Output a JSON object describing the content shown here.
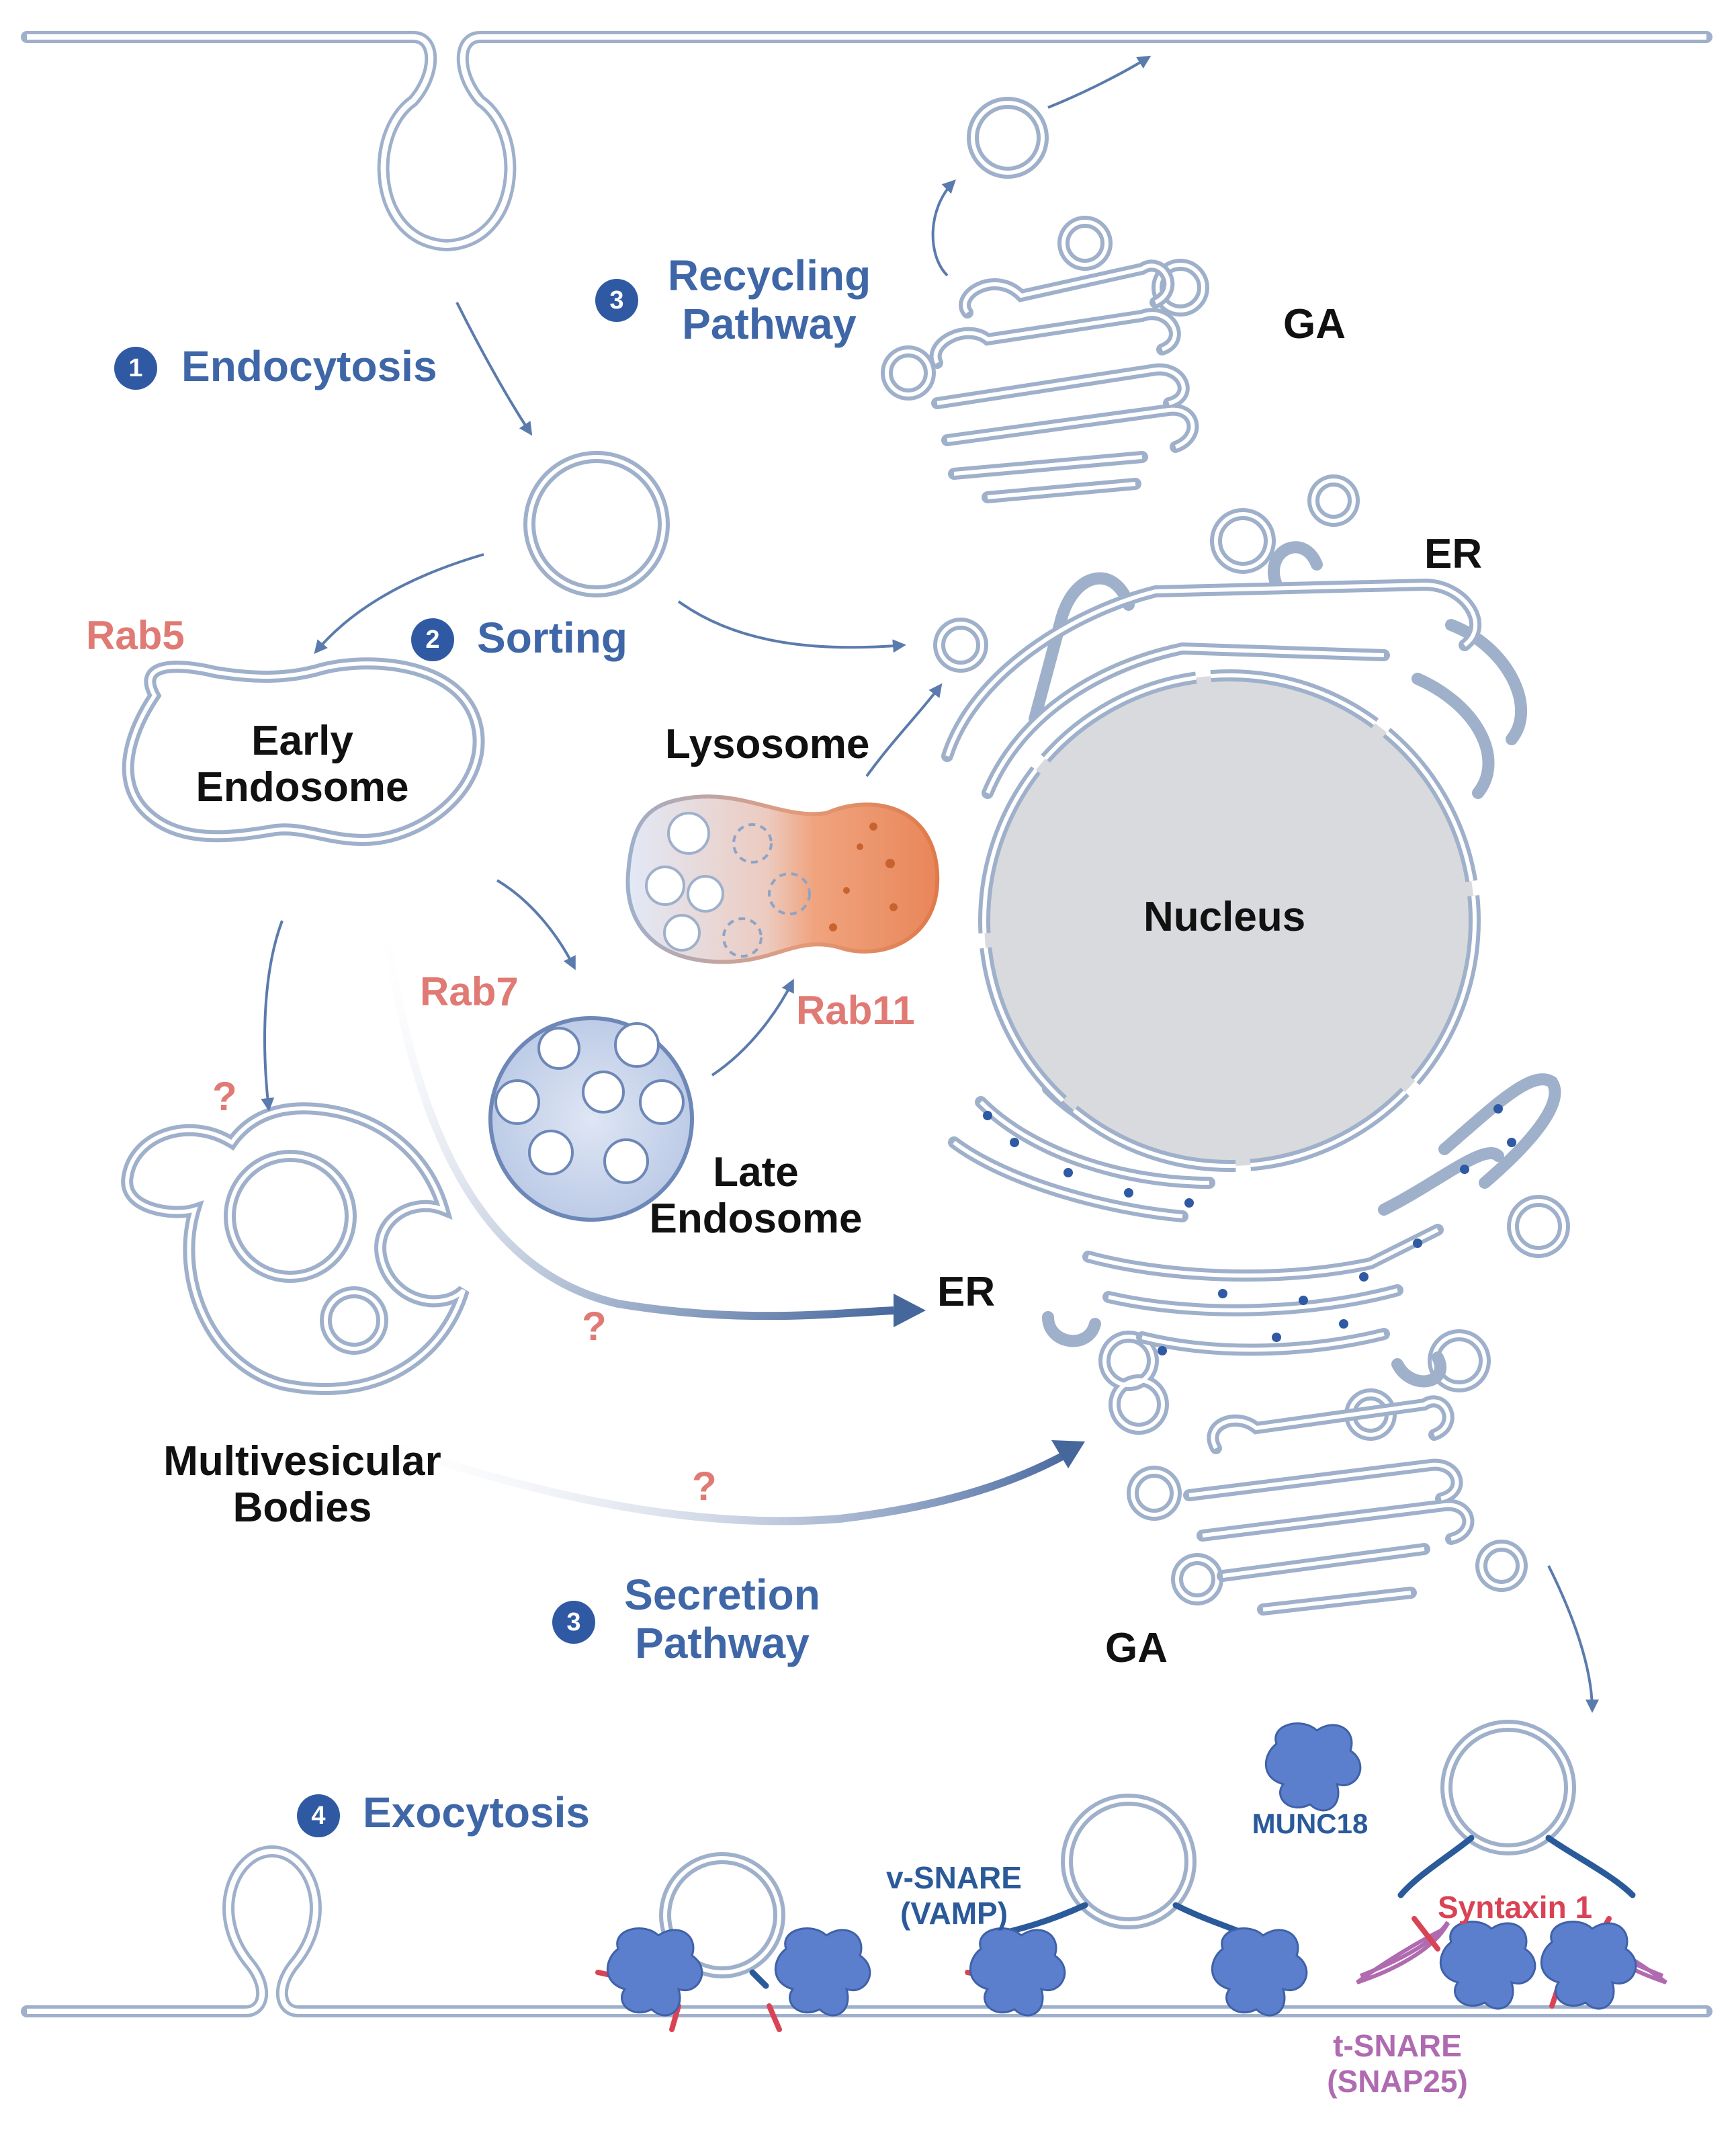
{
  "steps": {
    "endocytosis": {
      "number": "1",
      "label": "Endocytosis"
    },
    "sorting": {
      "number": "2",
      "label": "Sorting"
    },
    "recycling": {
      "number": "3",
      "label_line1": "Recycling",
      "label_line2": "Pathway"
    },
    "secretion": {
      "number": "3",
      "label_line1": "Secretion",
      "label_line2": "Pathway"
    },
    "exocytosis": {
      "number": "4",
      "label": "Exocytosis"
    }
  },
  "organelles": {
    "ga_top": "GA",
    "ga_bottom": "GA",
    "er_top": "ER",
    "er_mid": "ER",
    "nucleus": "Nucleus",
    "lysosome": "Lysosome",
    "early_endosome_line1": "Early",
    "early_endosome_line2": "Endosome",
    "late_endosome_line1": "Late",
    "late_endosome_line2": "Endosome",
    "mvb_line1": "Multivesicular",
    "mvb_line2": "Bodies"
  },
  "markers": {
    "rab5": "Rab5",
    "rab7": "Rab7",
    "rab11": "Rab11",
    "q1": "?",
    "q2": "?",
    "q3": "?"
  },
  "proteins": {
    "vsnare_line1": "v-SNARE",
    "vsnare_line2": "(VAMP)",
    "munc18": "MUNC18",
    "syntaxin": "Syntaxin 1",
    "tsnare_line1": "t-SNARE",
    "tsnare_line2": "(SNAP25)"
  },
  "colors": {
    "membrane_stroke": "#9fb0cb",
    "membrane_fill": "#ffffff",
    "step_blue": "#3f67a8",
    "badge_blue": "#2f5aa3",
    "rab_pink": "#e07a74",
    "nucleus_gray": "#d9dadd",
    "lysosome_orange": "#e98b5c",
    "protein_blue": "#5b7fcc",
    "syntaxin_red": "#d94455",
    "snap25_purple": "#b06bb0",
    "vamp_navy": "#2a5a9a"
  },
  "icons": [
    "numbered-step-badge",
    "pathway-arrow",
    "snare-protein-complex"
  ]
}
